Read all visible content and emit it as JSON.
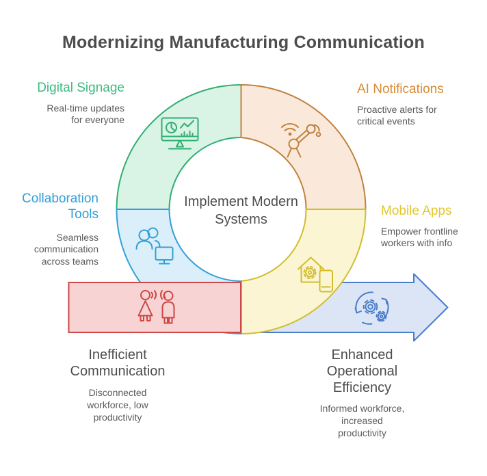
{
  "title": {
    "text": "Modernizing Manufacturing Communication"
  },
  "center": {
    "label": "Implement Modern Systems"
  },
  "palette": {
    "heading_text": "#4d4d4d",
    "body_text": "#5a5a5a",
    "background": "#ffffff"
  },
  "segments": {
    "digital_signage": {
      "label": "Digital Signage",
      "description": "Real-time updates for everyone",
      "label_color": "#3bba7e",
      "stroke": "#2fae72",
      "fill": "#d9f3e5",
      "icon": "dashboard-monitor-icon"
    },
    "ai_notifications": {
      "label": "AI Notifications",
      "description": "Proactive alerts for critical events",
      "label_color": "#d98a33",
      "stroke": "#c0813e",
      "fill": "#fae9da",
      "icon": "robot-arm-wifi-icon"
    },
    "collaboration_tools": {
      "label": "Collaboration Tools",
      "description": "Seamless communication across teams",
      "label_color": "#2f9fd6",
      "stroke": "#339fd7",
      "fill": "#dbeffa",
      "icon": "team-monitor-icon"
    },
    "mobile_apps": {
      "label": "Mobile Apps",
      "description": "Empower frontline workers with info",
      "label_color": "#e2c62f",
      "stroke": "#d2bd2b",
      "fill": "#fbf5d4",
      "icon": "smart-home-phone-icon"
    }
  },
  "flow": {
    "inefficient": {
      "label": "Inefficient Communication",
      "description": "Disconnected workforce, low productivity",
      "stroke": "#cc4747",
      "fill": "#f8d3d3",
      "icon": "people-talking-icon"
    },
    "enhanced": {
      "label": "Enhanced Operational Efficiency",
      "description": "Informed workforce, increased productivity",
      "stroke": "#4a7dc9",
      "fill": "#dbe5f6",
      "icon": "process-gears-icon"
    }
  }
}
